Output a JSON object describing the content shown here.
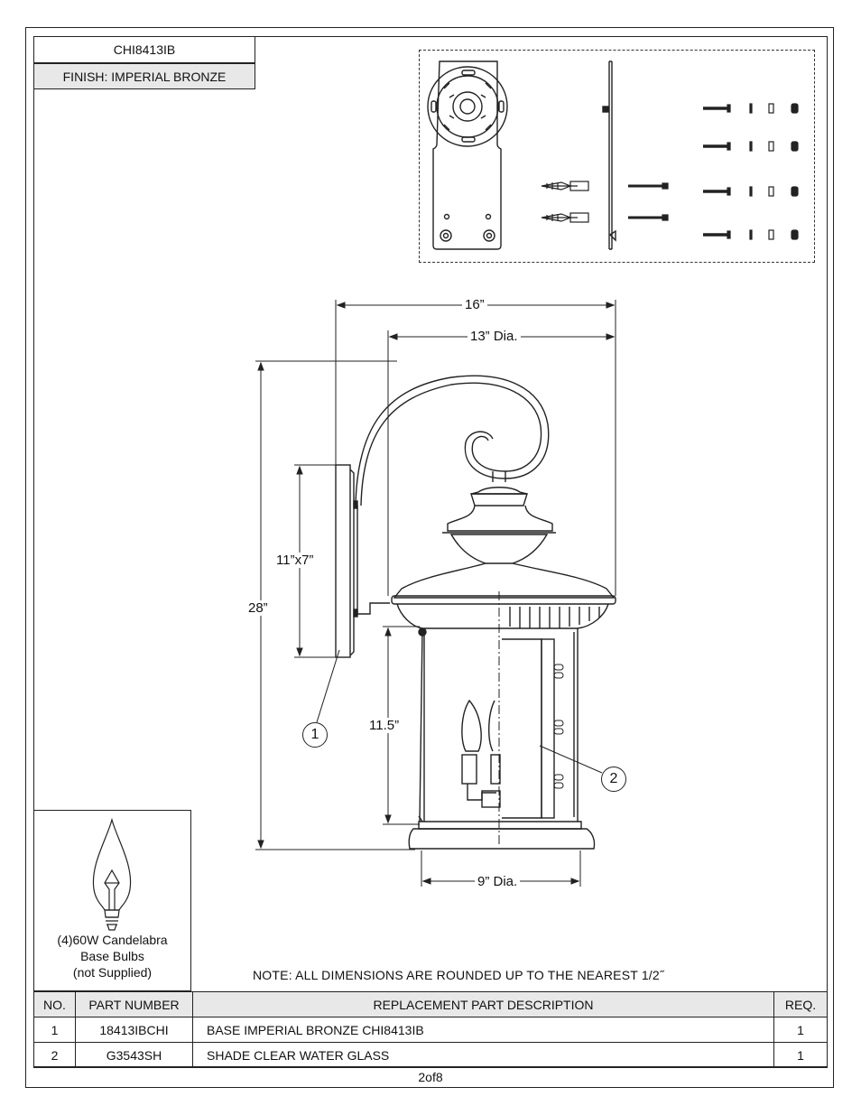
{
  "header": {
    "model": "CHI8413IB",
    "finish": "FINISH: IMPERIAL BRONZE"
  },
  "dimensions": {
    "overall_width": "16”",
    "shade_diameter": "13” Dia.",
    "height": "28”",
    "backplate": "11”x7”",
    "glass_height": "11.5”",
    "base_diameter": "9” Dia."
  },
  "callouts": [
    "1",
    "2"
  ],
  "bulb": {
    "line1": "(4)60W Candelabra",
    "line2": "Base Bulbs",
    "line3": "(not Supplied)"
  },
  "note": "NOTE:  ALL DIMENSIONS ARE ROUNDED UP TO THE NEAREST  1/2˝",
  "parts_table": {
    "headers": [
      "NO.",
      "PART NUMBER",
      "REPLACEMENT PART DESCRIPTION",
      "REQ."
    ],
    "rows": [
      {
        "no": "1",
        "part_number": "18413IBCHI",
        "description": "BASE IMPERIAL BRONZE CHI8413IB",
        "req": "1"
      },
      {
        "no": "2",
        "part_number": "G3543SH",
        "description": "SHADE CLEAR WATER GLASS",
        "req": "1"
      }
    ]
  },
  "page_number": "2of8",
  "colors": {
    "line": "#222222",
    "header_fill": "#e8e8e8"
  }
}
